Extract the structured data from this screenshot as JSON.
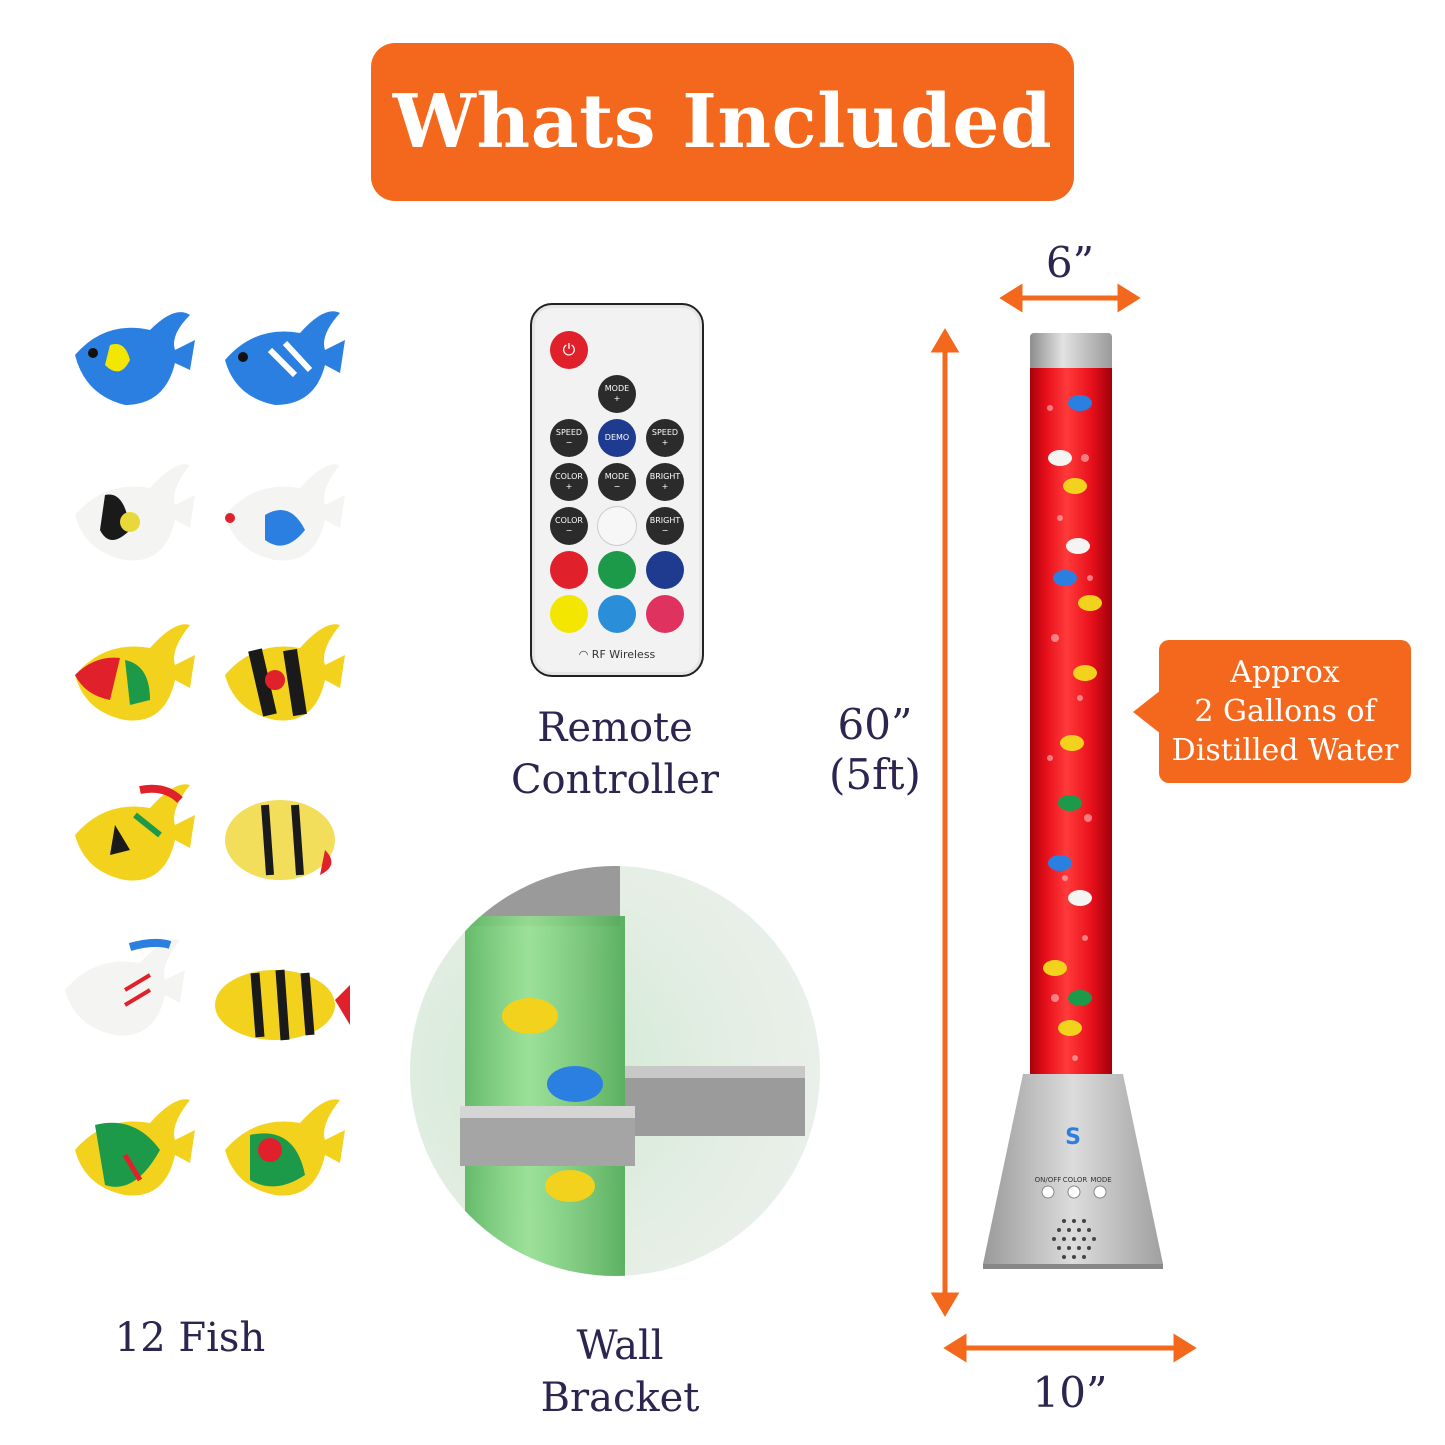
{
  "banner": {
    "title": "Whats Included"
  },
  "fish": {
    "label": "12 Fish"
  },
  "remote": {
    "label_line1": "Remote",
    "label_line2": "Controller",
    "buttons": {
      "mode_plus": "MODE\n+",
      "speed_minus": "SPEED\n−",
      "demo": "DEMO",
      "speed_plus": "SPEED\n+",
      "color_plus": "COLOR\n+",
      "mode_minus": "MODE\n−",
      "bright_plus": "BRIGHT\n+",
      "color_minus": "COLOR\n−",
      "bright_minus": "BRIGHT\n−"
    },
    "footer": "RF Wireless",
    "color_buttons": [
      "#e0202a",
      "#1c9a4a",
      "#1f3b8f",
      "#f3e600",
      "#2a8fd8",
      "#e0325e"
    ]
  },
  "bracket": {
    "label_line1": "Wall",
    "label_line2": "Bracket"
  },
  "dimensions": {
    "top_width": "6”",
    "height_line1": "60”",
    "height_line2": "(5ft)",
    "bottom_width": "10”"
  },
  "callout": {
    "line1": "Approx",
    "line2": "2 Gallons of",
    "line3": "Distilled Water"
  },
  "base_buttons": {
    "on_off": "ON/OFF",
    "color": "COLOR",
    "mode": "MODE"
  },
  "colors": {
    "accent": "#f4681d",
    "text": "#2e2450",
    "tube": "#e8101b"
  }
}
